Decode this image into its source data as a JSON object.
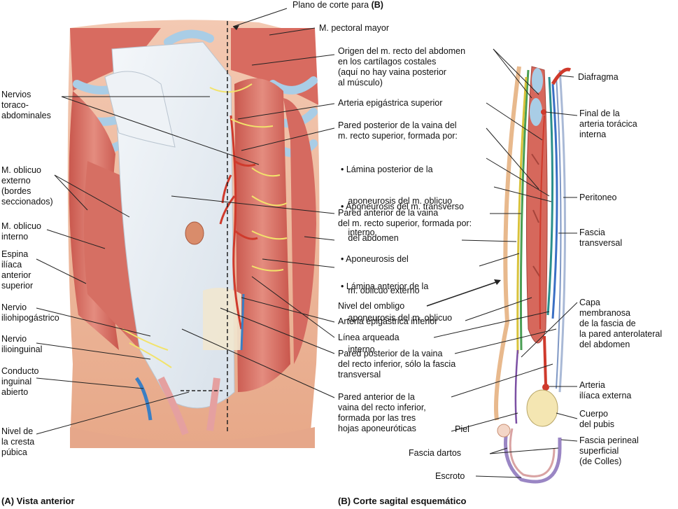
{
  "section_plane": {
    "text": "Plano de corte para ",
    "bold": "(B)"
  },
  "captions": {
    "a": "(A) Vista anterior",
    "b": "(B) Corte sagital esquemático"
  },
  "left_labels": [
    {
      "id": "nervios-toraco",
      "lines": [
        "Nervios",
        "toraco-",
        "abdominales"
      ]
    },
    {
      "id": "oblicuo-externo",
      "lines": [
        "M. oblicuo",
        "externo",
        "(bordes",
        "seccionados)"
      ]
    },
    {
      "id": "oblicuo-interno",
      "lines": [
        "M. oblicuo",
        "interno"
      ]
    },
    {
      "id": "espina-iliaca",
      "lines": [
        "Espina",
        "ilíaca",
        "anterior",
        "superior"
      ]
    },
    {
      "id": "nervio-iliohipogastrico",
      "lines": [
        "Nervio",
        "iliohipogástrico"
      ]
    },
    {
      "id": "nervio-ilioinguinal",
      "lines": [
        "Nervio",
        "ilioinguinal"
      ]
    },
    {
      "id": "conducto-inguinal",
      "lines": [
        "Conducto",
        "inguinal",
        "abierto"
      ]
    },
    {
      "id": "cresta-pubica",
      "lines": [
        "Nivel de",
        "la cresta",
        "púbica"
      ]
    }
  ],
  "middle_labels": [
    {
      "id": "pectoral",
      "lines": [
        "M. pectoral mayor"
      ]
    },
    {
      "id": "origen-recto",
      "lines": [
        "Origen del m. recto del abdomen",
        "en los cartílagos costales",
        "(aquí no hay vaina posterior",
        "al músculo)"
      ]
    },
    {
      "id": "epigastrica-sup",
      "lines": [
        "Arteria epigástrica superior"
      ]
    },
    {
      "id": "pared-post-sup",
      "lines": [
        "Pared posterior de la vaina del",
        "m. recto superior, formada por:"
      ]
    },
    {
      "id": "lamina-post",
      "lines": [
        "• Lámina posterior de la",
        "   aponeurosis del m. oblicuo",
        "   interno"
      ]
    },
    {
      "id": "aponeurosis-transverso",
      "lines": [
        "• Aponeurosis del m. transverso",
        "   del abdomen"
      ]
    },
    {
      "id": "pared-ant-sup",
      "lines": [
        "Pared anterior de la vaina",
        "del m. recto superior, formada por:"
      ]
    },
    {
      "id": "aponeurosis-oblicuo-ext",
      "lines": [
        "• Aponeurosis del",
        "   m. oblicuo externo"
      ]
    },
    {
      "id": "lamina-ant",
      "lines": [
        "• Lámina anterior de la",
        "   aponeurosis del m. oblicuo",
        "   interno"
      ]
    },
    {
      "id": "nivel-ombligo",
      "lines": [
        "Nivel del ombligo"
      ]
    },
    {
      "id": "epigastrica-inf",
      "lines": [
        "Arteria epigástrica inferior"
      ]
    },
    {
      "id": "linea-arqueada",
      "lines": [
        "Línea arqueada"
      ]
    },
    {
      "id": "pared-post-inf",
      "lines": [
        "Pared posterior de la vaina",
        "del recto inferior, sólo la fascia",
        "transversal"
      ]
    },
    {
      "id": "pared-ant-inf",
      "lines": [
        "Pared anterior de la",
        "vaina del recto inferior,",
        "formada por las tres",
        "hojas aponeuróticas"
      ]
    },
    {
      "id": "piel",
      "lines": [
        "Piel"
      ]
    },
    {
      "id": "fascia-dartos",
      "lines": [
        "Fascia dartos"
      ]
    },
    {
      "id": "escroto",
      "lines": [
        "Escroto"
      ]
    }
  ],
  "right_labels": [
    {
      "id": "diafragma",
      "lines": [
        "Diafragma"
      ]
    },
    {
      "id": "final-toracica",
      "lines": [
        "Final de la",
        "arteria torácica",
        "interna"
      ]
    },
    {
      "id": "peritoneo",
      "lines": [
        "Peritoneo"
      ]
    },
    {
      "id": "fascia-transversal",
      "lines": [
        "Fascia",
        "transversal"
      ]
    },
    {
      "id": "capa-membranosa",
      "lines": [
        "Capa",
        "membranosa",
        "de la fascia de",
        "la pared anterolateral",
        "del abdomen"
      ]
    },
    {
      "id": "iliaca-externa",
      "lines": [
        "Arteria",
        "ilíaca externa"
      ]
    },
    {
      "id": "cuerpo-pubis",
      "lines": [
        "Cuerpo",
        "del pubis"
      ]
    },
    {
      "id": "fascia-perineal",
      "lines": [
        "Fascia perineal",
        "superficial",
        "(de Colles)"
      ]
    }
  ],
  "colors": {
    "muscle": "#d9756a",
    "muscle_dark": "#b9524b",
    "aponeurosis": "#e9eef4",
    "nerve": "#f2e36b",
    "artery": "#cf3a2c",
    "vein": "#3a7fc4",
    "cartilage": "#a9cde6",
    "leader": "#222222"
  }
}
